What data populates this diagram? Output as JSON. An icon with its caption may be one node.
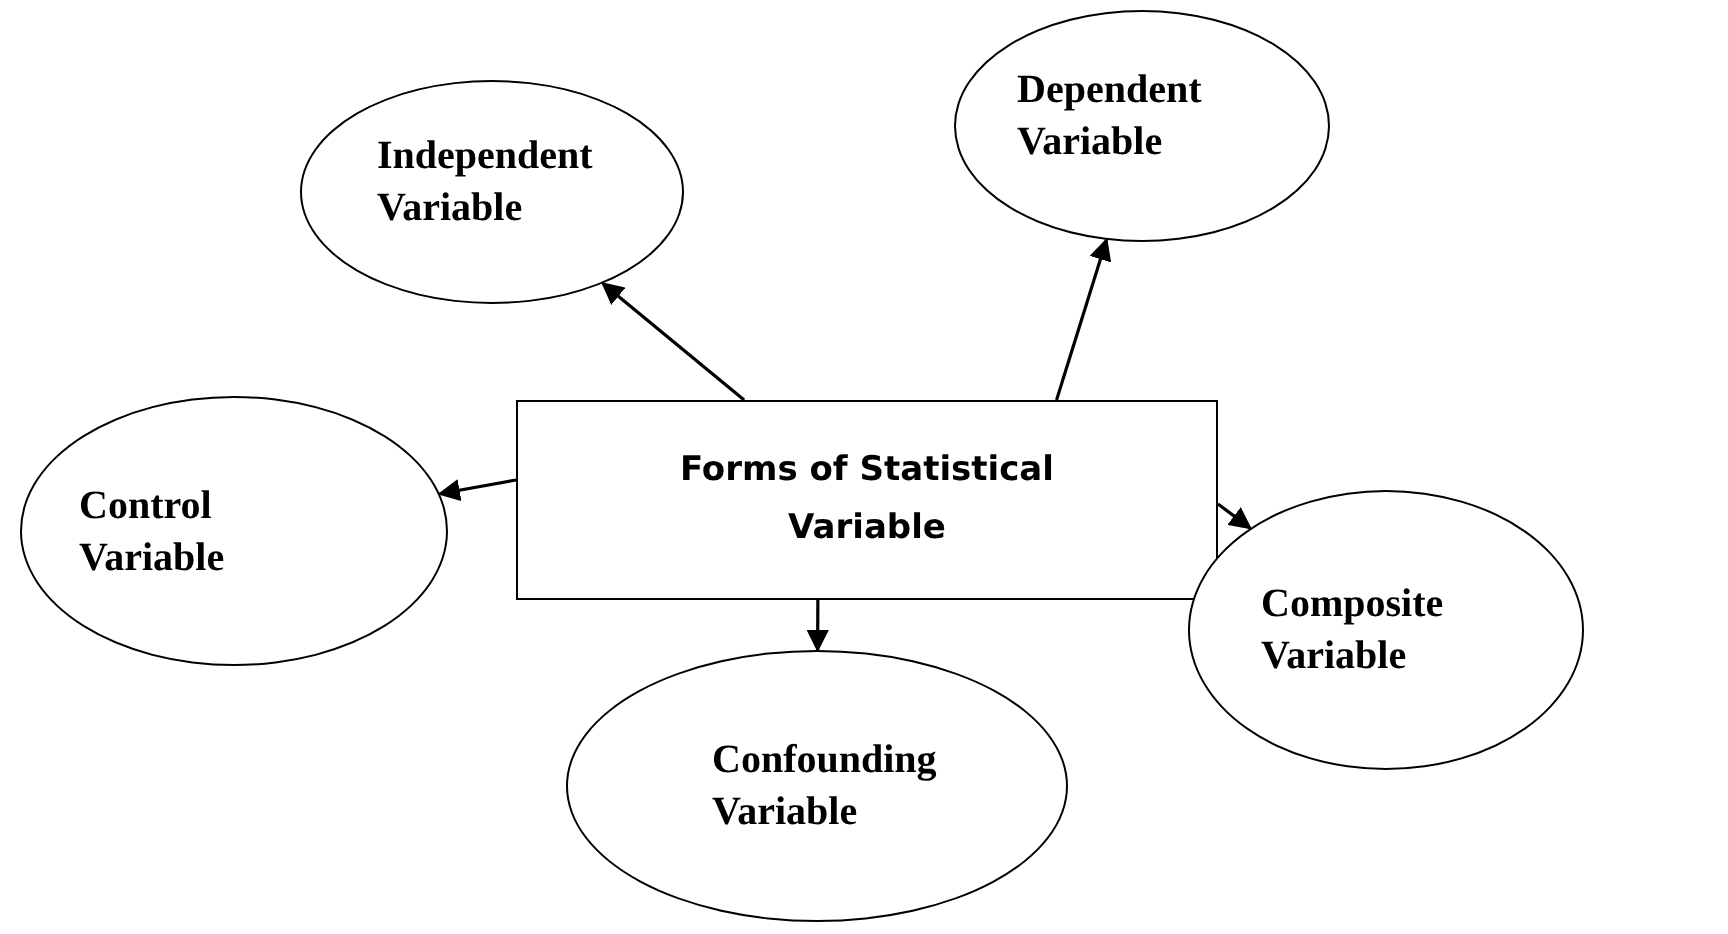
{
  "diagram": {
    "nodes": [
      {
        "text": [
          "Independent Variable"
        ]
      },
      {
        "text": [
          "Dependent Variable"
        ]
      },
      {
        "text": [
          "Control Variable"
        ]
      },
      {
        "text": [
          "Forms of Statistical Variable"
        ]
      },
      {
        "text": [
          "Composite Variable"
        ]
      },
      {
        "text": [
          "Confounding Variable"
        ]
      }
    ],
    "edges": [
      {
        "from": 3,
        "to": 0,
        "arrow": "to"
      },
      {
        "from": 3,
        "to": 1,
        "arrow": "to"
      },
      {
        "from": 3,
        "to": 2,
        "arrow": "to"
      },
      {
        "from": 3,
        "to": 4,
        "arrow": "to"
      },
      {
        "from": 3,
        "to": 5,
        "arrow": "to"
      }
    ]
  }
}
